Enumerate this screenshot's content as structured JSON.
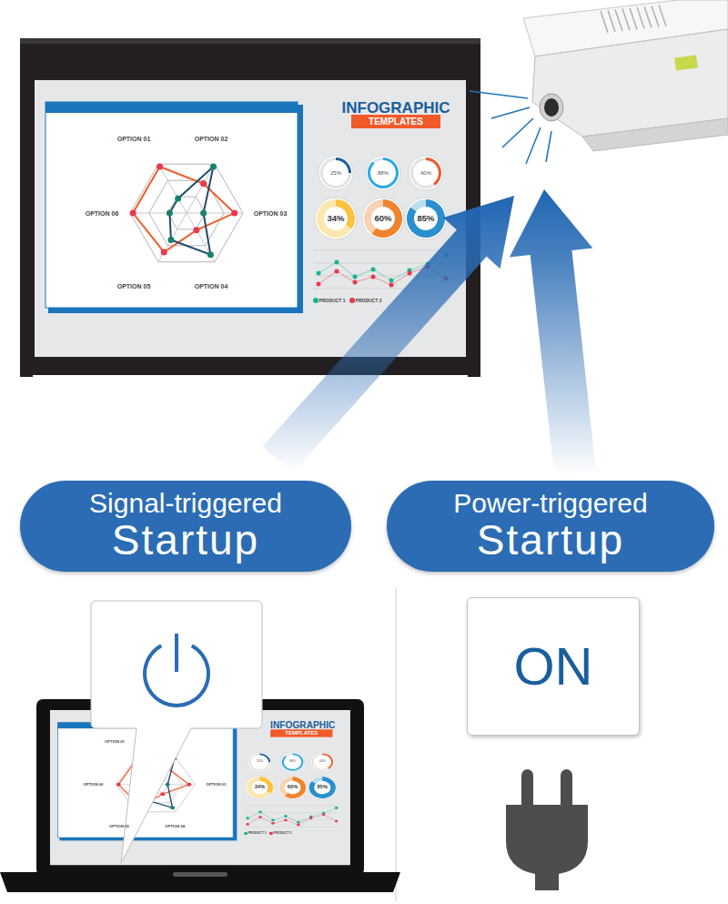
{
  "diagram": {
    "nodes": [
      {
        "text": [
          "Signal-triggered",
          "Startup"
        ]
      },
      {
        "text": [
          "Power-triggered",
          "Startup"
        ]
      },
      {
        "text": [
          "ON"
        ]
      }
    ],
    "labels": [
      "INFOGRAPHIC",
      "TEMPLATES",
      "OPTION 01",
      "OPTION 02",
      "OPTION 03",
      "OPTION 04",
      "OPTION 05",
      "OPTION 06",
      "25%",
      "88%",
      "40%",
      "34%",
      "60%",
      "85%",
      "PRODUCT 1",
      "PRODUCT 2",
      "INFOGRAPHIC",
      "TEMPLATES",
      "OPTION 01",
      "OPTION 03",
      "OPTION 04",
      "OPTION 05",
      "OPTION 06",
      "25%",
      "88%",
      "40%",
      "34%",
      "60%",
      "85%",
      "PRODUCT 1",
      "PRODUCT 2"
    ]
  }
}
